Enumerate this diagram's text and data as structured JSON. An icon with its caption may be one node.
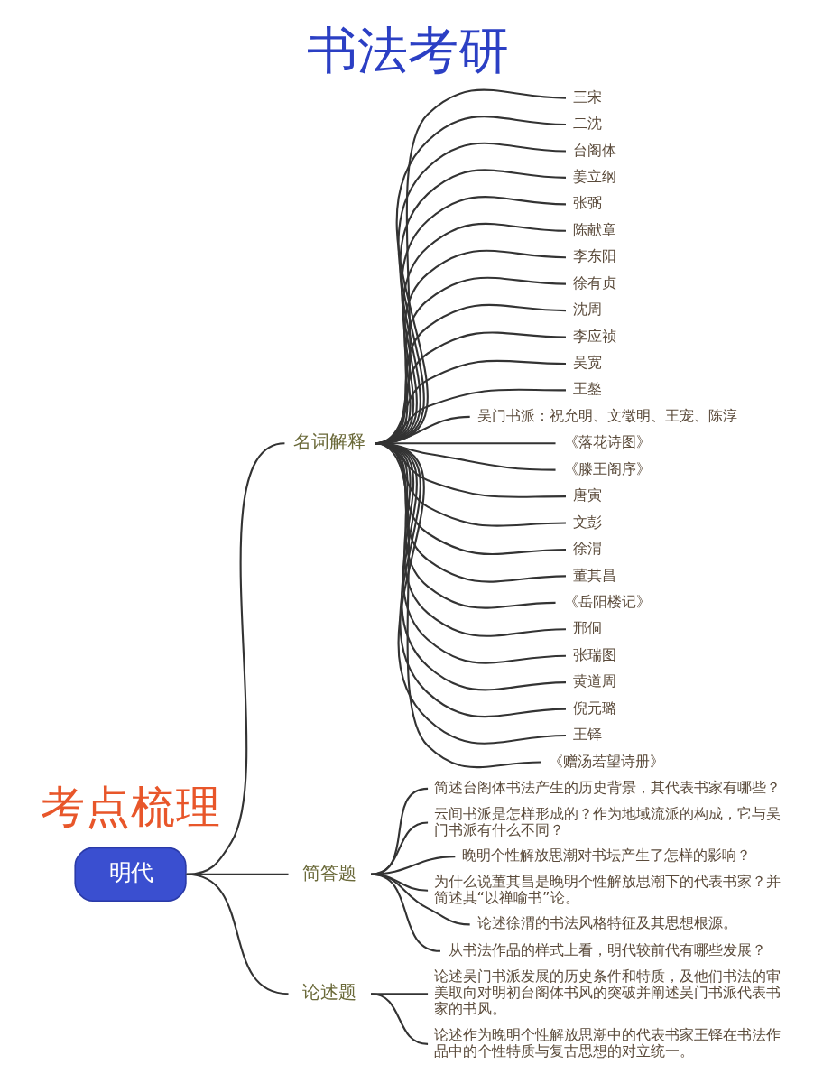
{
  "diagram": {
    "title": "书法考研",
    "nodes": [
      {
        "text": [
          "明代"
        ]
      },
      {
        "text": [
          "名词解释"
        ]
      },
      {
        "text": [
          "三宋"
        ]
      },
      {
        "text": [
          "二沈"
        ]
      },
      {
        "text": [
          "台阁体"
        ]
      },
      {
        "text": [
          "姜立纲"
        ]
      },
      {
        "text": [
          "张弼"
        ]
      },
      {
        "text": [
          "陈献章"
        ]
      },
      {
        "text": [
          "李东阳"
        ]
      },
      {
        "text": [
          "徐有贞"
        ]
      },
      {
        "text": [
          "沈周"
        ]
      },
      {
        "text": [
          "李应祯"
        ]
      },
      {
        "text": [
          "吴宽"
        ]
      },
      {
        "text": [
          "王鏊"
        ]
      },
      {
        "text": [
          "吴门书派：祝允明、文徵明、王宠、陈淳"
        ]
      },
      {
        "text": [
          "《落花诗图》"
        ]
      },
      {
        "text": [
          "《滕王阁序》"
        ]
      },
      {
        "text": [
          "唐寅"
        ]
      },
      {
        "text": [
          "文彭"
        ]
      },
      {
        "text": [
          "徐渭"
        ]
      },
      {
        "text": [
          "董其昌"
        ]
      },
      {
        "text": [
          "《岳阳楼记》"
        ]
      },
      {
        "text": [
          "邢侗"
        ]
      },
      {
        "text": [
          "张瑞图"
        ]
      },
      {
        "text": [
          "黄道周"
        ]
      },
      {
        "text": [
          "倪元璐"
        ]
      },
      {
        "text": [
          "王铎"
        ]
      },
      {
        "text": [
          "《赠汤若望诗册》"
        ]
      },
      {
        "text": [
          "简答题"
        ]
      },
      {
        "text": [
          "简述台阁体书法产生的历史背景，其代表书家有哪些？"
        ]
      },
      {
        "text": [
          "云间书派是怎样形成的？作为地域流派的构成，它与吴门书派有什么不同？"
        ]
      },
      {
        "text": [
          "晚明个性解放思潮对书坛产生了怎样的影响？"
        ]
      },
      {
        "text": [
          "为什么说董其昌是晚明个性解放思潮下的代表书家？并简述其“以禅喻书”论。"
        ]
      },
      {
        "text": [
          "论述徐渭的书法风格特征及其思想根源。"
        ]
      },
      {
        "text": [
          "从书法作品的样式上看，明代较前代有哪些发展？"
        ]
      },
      {
        "text": [
          "论述题"
        ]
      },
      {
        "text": [
          "论述吴门书派发展的历史条件和特质，及他们书法的审美取向对明初台阁体书风的突破并阐述吴门书派代表书家的书风。"
        ]
      },
      {
        "text": [
          "论述作为晚明个性解放思潮中的代表书家王铎在书法作品中的个性特质与复古思想的对立统一。"
        ]
      }
    ],
    "edges": [
      {
        "from": 0,
        "to": 1,
        "arrow": "none"
      },
      {
        "from": 1,
        "to": 2,
        "arrow": "none"
      },
      {
        "from": 1,
        "to": 3,
        "arrow": "none"
      },
      {
        "from": 1,
        "to": 4,
        "arrow": "none"
      },
      {
        "from": 1,
        "to": 5,
        "arrow": "none"
      },
      {
        "from": 1,
        "to": 6,
        "arrow": "none"
      },
      {
        "from": 1,
        "to": 7,
        "arrow": "none"
      },
      {
        "from": 1,
        "to": 8,
        "arrow": "none"
      },
      {
        "from": 1,
        "to": 9,
        "arrow": "none"
      },
      {
        "from": 1,
        "to": 10,
        "arrow": "none"
      },
      {
        "from": 1,
        "to": 11,
        "arrow": "none"
      },
      {
        "from": 1,
        "to": 12,
        "arrow": "none"
      },
      {
        "from": 1,
        "to": 13,
        "arrow": "none"
      },
      {
        "from": 1,
        "to": 14,
        "arrow": "none"
      },
      {
        "from": 1,
        "to": 15,
        "arrow": "none"
      },
      {
        "from": 1,
        "to": 16,
        "arrow": "none"
      },
      {
        "from": 1,
        "to": 17,
        "arrow": "none"
      },
      {
        "from": 1,
        "to": 18,
        "arrow": "none"
      },
      {
        "from": 1,
        "to": 19,
        "arrow": "none"
      },
      {
        "from": 1,
        "to": 20,
        "arrow": "none"
      },
      {
        "from": 1,
        "to": 21,
        "arrow": "none"
      },
      {
        "from": 1,
        "to": 22,
        "arrow": "none"
      },
      {
        "from": 1,
        "to": 23,
        "arrow": "none"
      },
      {
        "from": 1,
        "to": 24,
        "arrow": "none"
      },
      {
        "from": 1,
        "to": 25,
        "arrow": "none"
      },
      {
        "from": 1,
        "to": 26,
        "arrow": "none"
      },
      {
        "from": 1,
        "to": 27,
        "arrow": "none"
      },
      {
        "from": 0,
        "to": 28,
        "arrow": "none"
      },
      {
        "from": 28,
        "to": 29,
        "arrow": "none"
      },
      {
        "from": 28,
        "to": 30,
        "arrow": "none"
      },
      {
        "from": 28,
        "to": 31,
        "arrow": "none"
      },
      {
        "from": 28,
        "to": 32,
        "arrow": "none"
      },
      {
        "from": 28,
        "to": 33,
        "arrow": "none"
      },
      {
        "from": 28,
        "to": 34,
        "arrow": "none"
      },
      {
        "from": 0,
        "to": 35,
        "arrow": "none"
      },
      {
        "from": 35,
        "to": 36,
        "arrow": "none"
      },
      {
        "from": 35,
        "to": 37,
        "arrow": "none"
      }
    ],
    "labels": [
      "考点梳理"
    ]
  }
}
